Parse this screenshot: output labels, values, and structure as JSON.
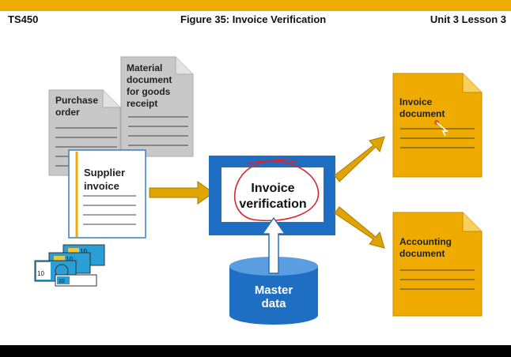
{
  "header": {
    "course": "TS450",
    "figure_title": "Figure 35: Invoice Verification",
    "unit": "Unit 3 Lesson 3"
  },
  "diagram": {
    "purchase_order": "Purchase order",
    "material_document": "Material document for goods receipt",
    "supplier_invoice": "Supplier invoice",
    "invoice_verification": "Invoice verification",
    "master_data": "Master data",
    "invoice_document": "Invoice document",
    "accounting_document": "Accounting document"
  },
  "colors": {
    "accent_gold": "#f0ab00",
    "process_blue": "#1e6fc4",
    "doc_gray": "#c8c8c8",
    "annotation_red": "#d9262c"
  },
  "money": {
    "denomination": "10"
  }
}
